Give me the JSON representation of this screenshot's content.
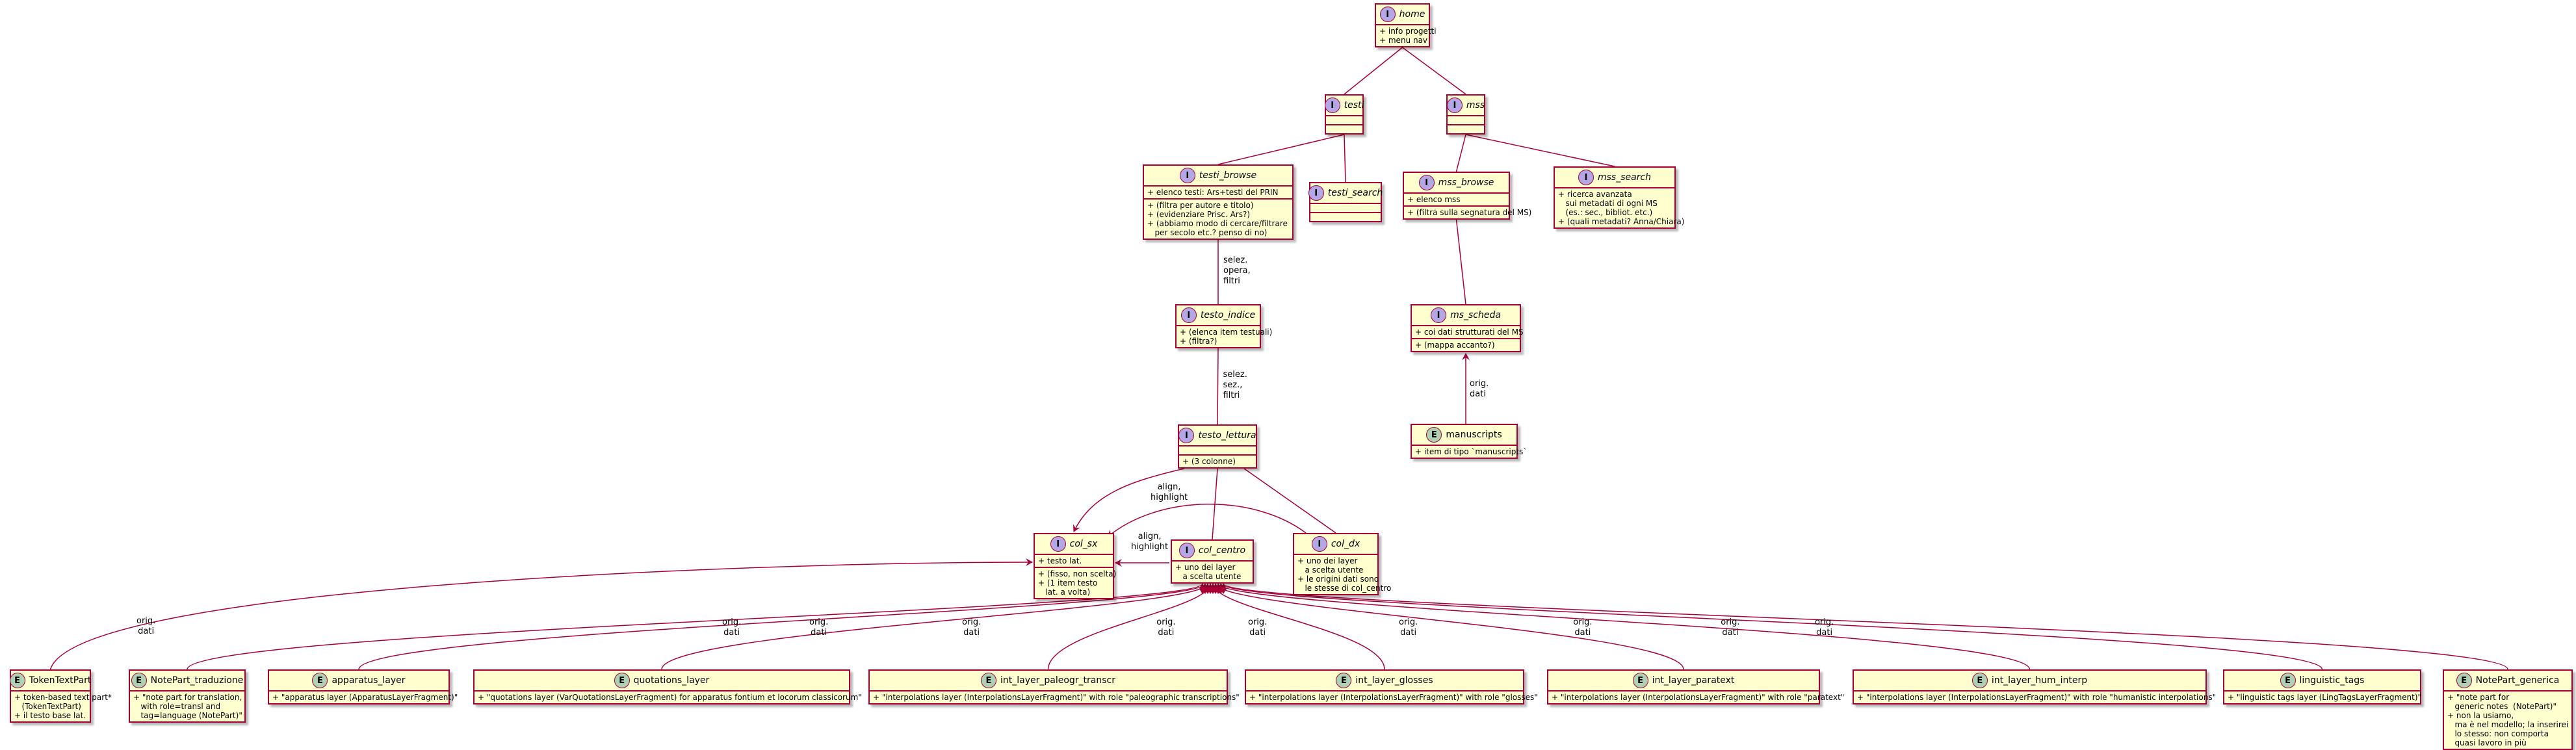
{
  "colors": {
    "line": "#a80036",
    "fill": "#fefece",
    "interface_circle": "#b4a7e5",
    "entity_circle": "#add1b2"
  },
  "nodes": [
    {
      "id": "home",
      "kind": "I",
      "title": "home",
      "sections": [
        [
          "+ info progetti",
          "+ menu nav"
        ]
      ]
    },
    {
      "id": "testi",
      "kind": "I",
      "title": "testi",
      "sections": []
    },
    {
      "id": "mss",
      "kind": "I",
      "title": "mss",
      "sections": []
    },
    {
      "id": "testi_browse",
      "kind": "I",
      "title": "testi_browse",
      "sections": [
        [
          "+ elenco testi: Ars+testi del PRIN"
        ],
        [
          "+ (filtra per autore e titolo)",
          "+ (evidenziare Prisc. Ars?)",
          "+ (abbiamo modo di cercare/filtrare",
          "   per secolo etc.? penso di no)"
        ]
      ]
    },
    {
      "id": "testi_search",
      "kind": "I",
      "title": "testi_search",
      "sections": []
    },
    {
      "id": "mss_browse",
      "kind": "I",
      "title": "mss_browse",
      "sections": [
        [
          "+ elenco mss"
        ],
        [
          "+ (filtra sulla segnatura del MS)"
        ]
      ]
    },
    {
      "id": "mss_search",
      "kind": "I",
      "title": "mss_search",
      "sections": [
        [
          "+ ricerca avanzata",
          "   sui metadati di ogni MS",
          "   (es.: sec., bibliot. etc.)",
          "+ (quali metadati? Anna/Chiara)"
        ]
      ]
    },
    {
      "id": "testo_indice",
      "kind": "I",
      "title": "testo_indice",
      "sections": [
        [
          "+ (elenca item testuali)",
          "+ (filtra?)"
        ]
      ]
    },
    {
      "id": "ms_scheda",
      "kind": "I",
      "title": "ms_scheda",
      "sections": [
        [
          "+ coi dati strutturati del MS"
        ],
        [
          "+ (mappa accanto?)"
        ]
      ]
    },
    {
      "id": "manuscripts",
      "kind": "E",
      "title": "manuscripts",
      "sections": [
        [
          "+ item di tipo `manuscripts`"
        ]
      ]
    },
    {
      "id": "testo_lettura",
      "kind": "I",
      "title": "testo_lettura",
      "sections": [
        [],
        [
          "+ (3 colonne)"
        ]
      ]
    },
    {
      "id": "col_sx",
      "kind": "I",
      "title": "col_sx",
      "sections": [
        [
          "+ testo lat."
        ],
        [
          "+ (fisso, non scelta)",
          "+ (1 item testo",
          "   lat. a volta)"
        ]
      ]
    },
    {
      "id": "col_centro",
      "kind": "I",
      "title": "col_centro",
      "sections": [
        [
          "+ uno dei layer",
          "   a scelta utente"
        ]
      ]
    },
    {
      "id": "col_dx",
      "kind": "I",
      "title": "col_dx",
      "sections": [
        [
          "+ uno dei layer",
          "   a scelta utente",
          "+ le origini dati sono",
          "   le stesse di col_centro"
        ]
      ]
    },
    {
      "id": "TokenTextPart",
      "kind": "E",
      "title": "TokenTextPart",
      "sections": [
        [
          "+ token-based text part*",
          "   (TokenTextPart)",
          "+ il testo base lat."
        ]
      ]
    },
    {
      "id": "NotePart_traduzione",
      "kind": "E",
      "title": "NotePart_traduzione",
      "sections": [
        [
          "+ \"note part for translation,",
          "   with role=transl and",
          "   tag=language (NotePart)\""
        ]
      ]
    },
    {
      "id": "apparatus_layer",
      "kind": "E",
      "title": "apparatus_layer",
      "sections": [
        [
          "+ \"apparatus layer (ApparatusLayerFragment)\""
        ]
      ]
    },
    {
      "id": "quotations_layer",
      "kind": "E",
      "title": "quotations_layer",
      "sections": [
        [
          "+ \"quotations layer (VarQuotationsLayerFragment) for apparatus fontium et locorum classicorum\""
        ]
      ]
    },
    {
      "id": "int_layer_paleogr_transcr",
      "kind": "E",
      "title": "int_layer_paleogr_transcr",
      "sections": [
        [
          "+ \"interpolations layer (InterpolationsLayerFragment)\" with role \"paleographic transcriptions\""
        ]
      ]
    },
    {
      "id": "int_layer_glosses",
      "kind": "E",
      "title": "int_layer_glosses",
      "sections": [
        [
          "+ \"interpolations layer (InterpolationsLayerFragment)\" with role \"glosses\""
        ]
      ]
    },
    {
      "id": "int_layer_paratext",
      "kind": "E",
      "title": "int_layer_paratext",
      "sections": [
        [
          "+ \"interpolations layer (InterpolationsLayerFragment)\" with role \"paratext\""
        ]
      ]
    },
    {
      "id": "int_layer_hum_interp",
      "kind": "E",
      "title": "int_layer_hum_interp",
      "sections": [
        [
          "+ \"interpolations layer (InterpolationsLayerFragment)\" with role \"humanistic interpolations\""
        ]
      ]
    },
    {
      "id": "linguistic_tags",
      "kind": "E",
      "title": "linguistic_tags",
      "sections": [
        [
          "+ \"linguistic tags layer (LingTagsLayerFragment)\""
        ]
      ]
    },
    {
      "id": "NotePart_generica",
      "kind": "E",
      "title": "NotePart_generica",
      "sections": [
        [
          "+ \"note part for",
          "   generic notes  (NotePart)\"",
          "+ non la usiamo,",
          "   ma è nel modello; la inserirei",
          "   lo stesso: non comporta",
          "   quasi lavoro in più"
        ]
      ]
    }
  ],
  "edges": [
    {
      "from": "home",
      "to": "testi"
    },
    {
      "from": "home",
      "to": "mss"
    },
    {
      "from": "testi",
      "to": "testi_browse"
    },
    {
      "from": "testi",
      "to": "testi_search"
    },
    {
      "from": "mss",
      "to": "mss_browse"
    },
    {
      "from": "mss",
      "to": "mss_search"
    },
    {
      "from": "testi_browse",
      "to": "testo_indice",
      "label": "selez.\nopera,\nfiltri"
    },
    {
      "from": "testo_indice",
      "to": "testo_lettura",
      "label": "selez.\nsez.,\nfiltri"
    },
    {
      "from": "mss_browse",
      "to": "ms_scheda"
    },
    {
      "from": "manuscripts",
      "to": "ms_scheda",
      "label": "orig.\ndati"
    },
    {
      "from": "testo_lettura",
      "to": "col_sx"
    },
    {
      "from": "testo_lettura",
      "to": "col_centro"
    },
    {
      "from": "testo_lettura",
      "to": "col_dx"
    },
    {
      "from": "col_dx",
      "to": "col_sx",
      "label": "align,\nhighlight"
    },
    {
      "from": "col_centro",
      "to": "col_sx",
      "label": "align,\nhighlight"
    },
    {
      "from": "TokenTextPart",
      "to": "col_sx",
      "label": "orig.\ndati"
    },
    {
      "from": "NotePart_traduzione",
      "to": "col_centro",
      "label": "orig.\ndati"
    },
    {
      "from": "apparatus_layer",
      "to": "col_centro",
      "label": "orig.\ndati"
    },
    {
      "from": "quotations_layer",
      "to": "col_centro",
      "label": "orig.\ndati"
    },
    {
      "from": "int_layer_paleogr_transcr",
      "to": "col_centro",
      "label": "orig.\ndati"
    },
    {
      "from": "int_layer_glosses",
      "to": "col_centro",
      "label": "orig.\ndati"
    },
    {
      "from": "int_layer_paratext",
      "to": "col_centro",
      "label": "orig.\ndati"
    },
    {
      "from": "int_layer_hum_interp",
      "to": "col_centro",
      "label": "orig.\ndati"
    },
    {
      "from": "linguistic_tags",
      "to": "col_centro",
      "label": "orig.\ndati"
    },
    {
      "from": "NotePart_generica",
      "to": "col_centro",
      "label": "orig.\ndati"
    }
  ]
}
